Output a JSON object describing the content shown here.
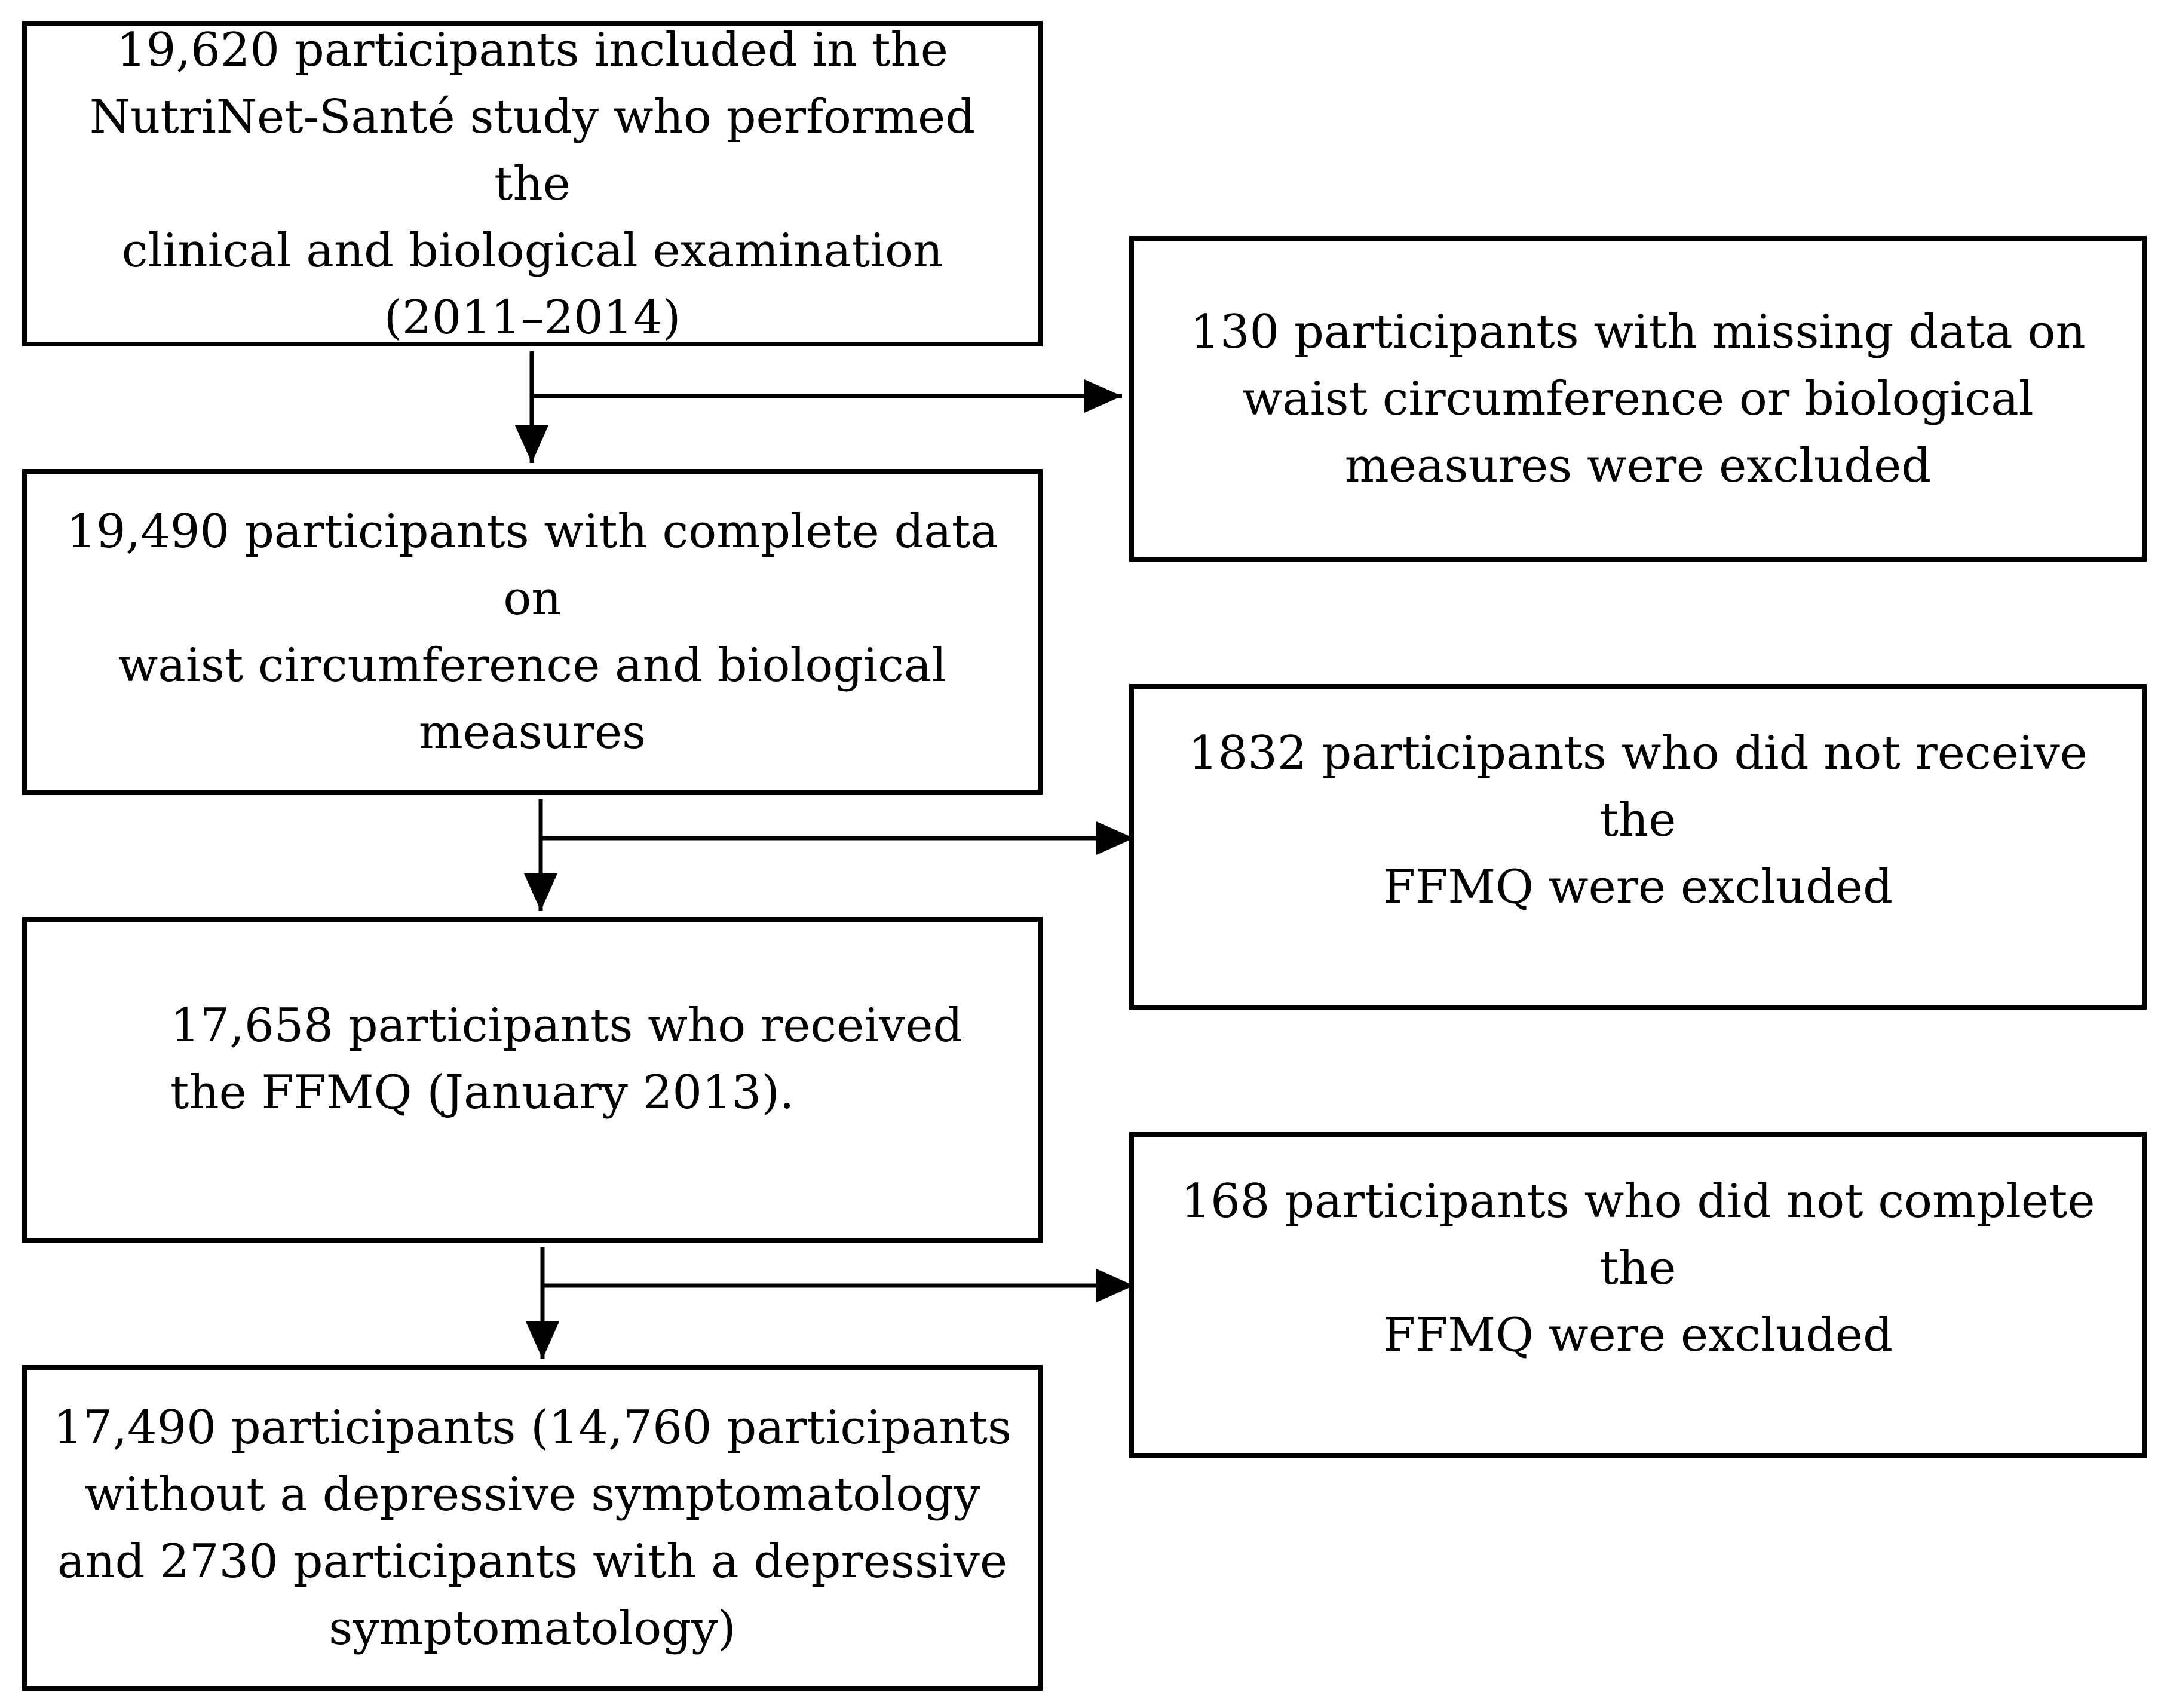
{
  "flow_steps": [
    {
      "id": "main-1",
      "text": "19,620 participants included in the\nNutriNet-Santé study who performed the\nclinical and biological examination\n(2011–2014)"
    },
    {
      "id": "main-2",
      "text": "19,490 participants with complete data on\nwaist circumference and biological\nmeasures"
    },
    {
      "id": "main-3",
      "text": "17,658 participants who received\nthe FFMQ (January 2013)."
    },
    {
      "id": "main-4",
      "text": "17,490 participants (14,760 participants\nwithout a depressive symptomatology\nand 2730 participants with a depressive\nsymptomatology)"
    }
  ],
  "exclusions": [
    {
      "id": "excl-1",
      "text": "130 participants with missing data on\nwaist circumference or biological\nmeasures were excluded"
    },
    {
      "id": "excl-2",
      "text": "1832 participants who did not receive the\nFFMQ were excluded"
    },
    {
      "id": "excl-3",
      "text": "168 participants who did not complete the\nFFMQ were excluded"
    }
  ],
  "colors": {
    "line": "#000000",
    "background": "#ffffff"
  }
}
